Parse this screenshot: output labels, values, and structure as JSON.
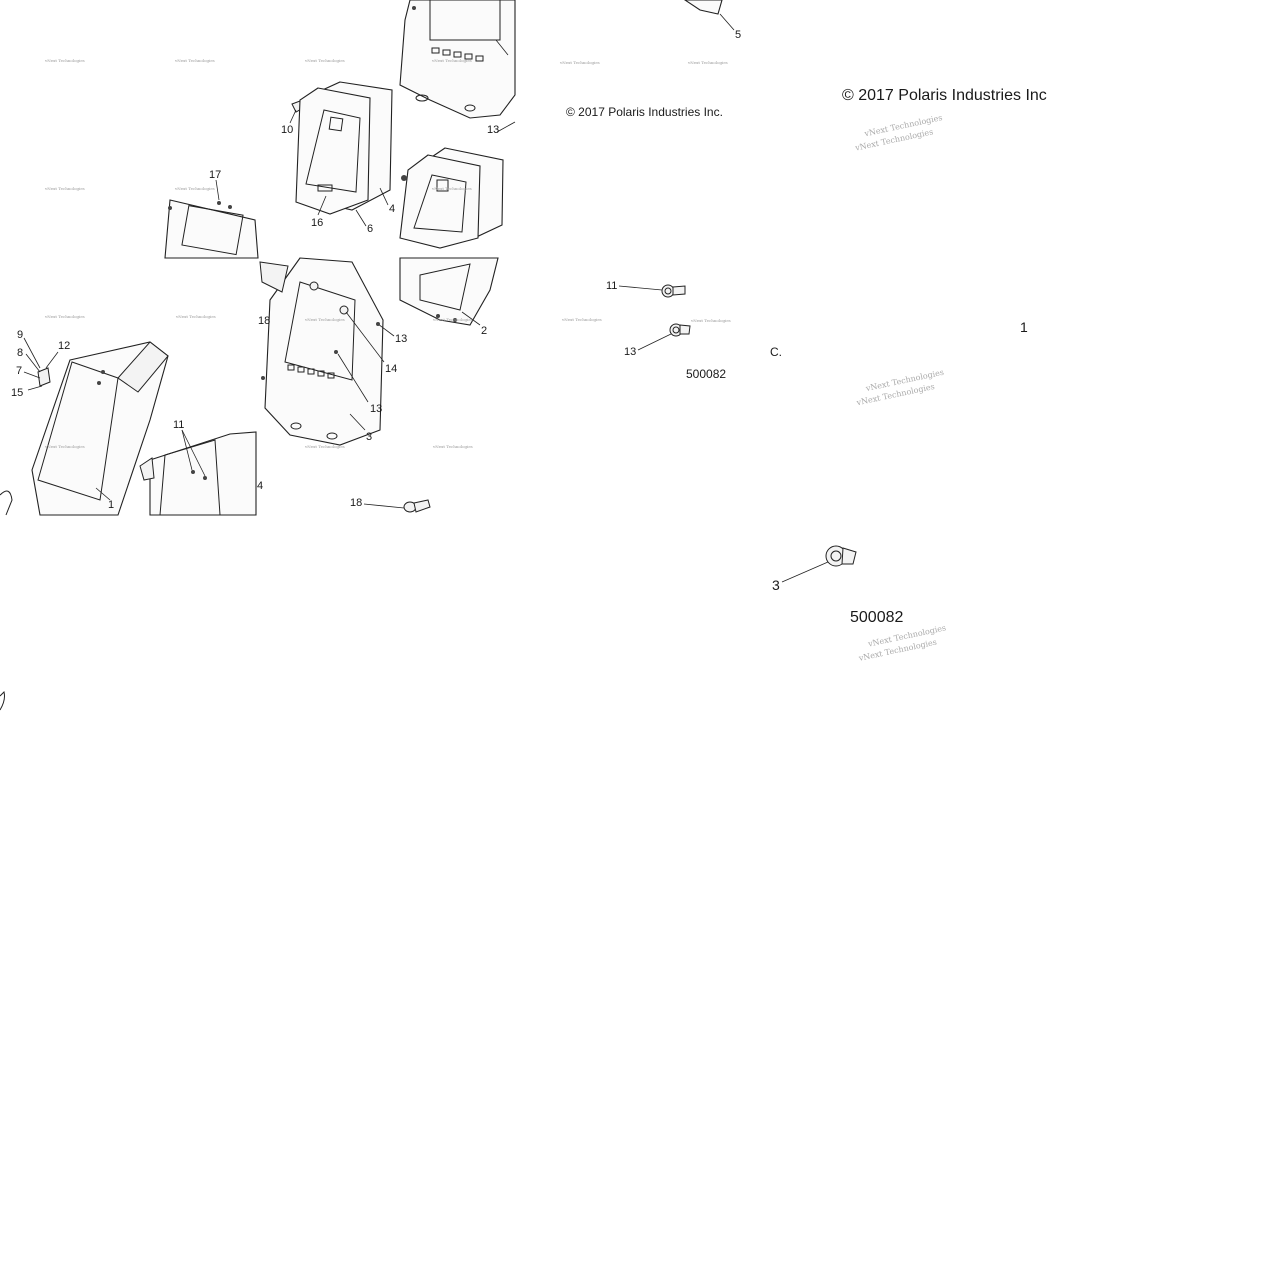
{
  "copyright": {
    "small": "© 2017 Polaris Industries Inc.",
    "large": "© 2017 Polaris Industries Inc"
  },
  "watermark": {
    "text": "vNext Technologies"
  },
  "part_numbers": {
    "small": "500082",
    "large": "500082"
  },
  "callouts": {
    "c1": "1",
    "c2": "2",
    "c3": "3",
    "c4": "4",
    "c5": "5",
    "c6": "6",
    "c7": "7",
    "c8": "8",
    "c9": "9",
    "c10": "10",
    "c11": "11",
    "c12": "12",
    "c13": "13",
    "c14": "14",
    "c15": "15",
    "c16": "16",
    "c17": "17",
    "c18": "18",
    "c_frag": "C."
  }
}
